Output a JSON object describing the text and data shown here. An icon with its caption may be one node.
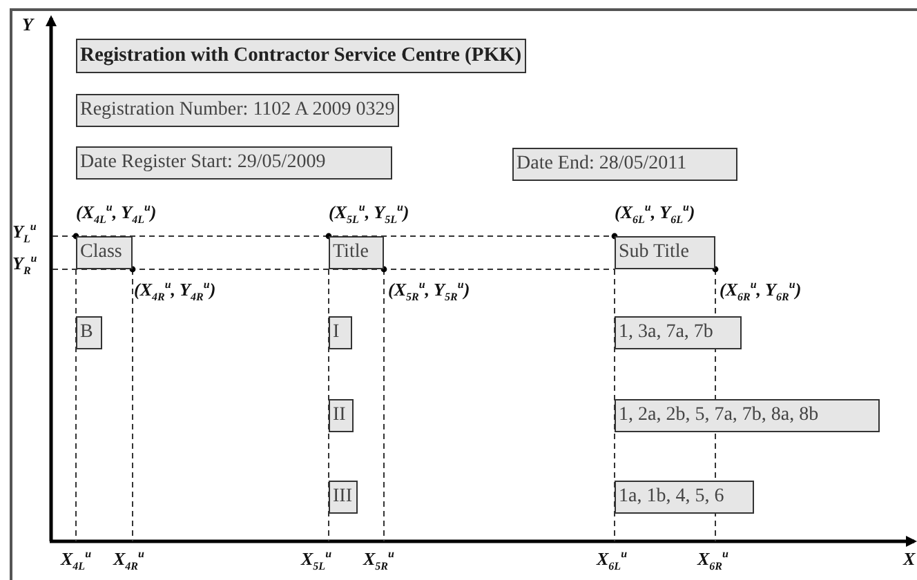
{
  "diagram": {
    "nodes": [
      {
        "text": [
          "Registration with Contractor Service Centre (PKK)"
        ]
      },
      {
        "text": [
          "Registration Number: 1102 A 2009 0329"
        ]
      },
      {
        "text": [
          "Date Register Start: 29/05/2009"
        ]
      },
      {
        "text": [
          "Date End: 28/05/2011"
        ]
      },
      {
        "text": [
          "Class"
        ]
      },
      {
        "text": [
          "Title"
        ]
      },
      {
        "text": [
          "Sub Title"
        ]
      },
      {
        "text": [
          "B"
        ]
      },
      {
        "text": [
          "I"
        ]
      },
      {
        "text": [
          "1, 3a, 7a, 7b"
        ]
      },
      {
        "text": [
          "II"
        ]
      },
      {
        "text": [
          "1, 2a, 2b, 5, 7a, 7b, 8a, 8b"
        ]
      },
      {
        "text": [
          "III"
        ]
      },
      {
        "text": [
          "1a, 1b, 4, 5, 6"
        ]
      }
    ],
    "labels": [
      "Y",
      "(X$_{4L}$$^{u}$, Y$_{4L}$$^{u}$)",
      "(X$_{5L}$$^{u}$, Y$_{5L}$$^{u}$)",
      "(X$_{6L}$$^{u}$, Y$_{6L}$$^{u}$)",
      "Y$_{L}$$^{u}$",
      "Y$_{R}$$^{u}$",
      "(X$_{4R}$$^{u}$, Y$_{4R}$$^{u}$)",
      "(X$_{5R}$$^{u}$, Y$_{5R}$$^{u}$)",
      "(X$_{6R}$$^{u}$, Y$_{6R}$$^{u}$)",
      "X$_{4L}$$^{u}$",
      "X$_{4R}$$^{u}$",
      "X$_{5L}$$^{u}$",
      "X$_{5R}$$^{u}$",
      "X$_{6L}$$^{u}$",
      "X$_{6R}$$^{u}$",
      "X"
    ]
  }
}
